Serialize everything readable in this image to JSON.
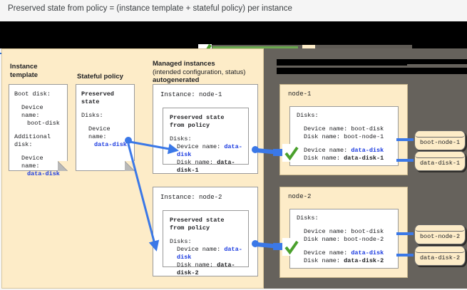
{
  "caption": "Preserved state from policy = (instance template + stateful policy) per instance",
  "colors": {
    "panel_cream": "#fdecc8",
    "panel_gray": "#66625c",
    "accent_blue": "#1a3ae0",
    "arrow_blue": "#3b78e7",
    "check_green": "#4aa02c",
    "band_black": "#000000"
  },
  "headings": {
    "instance_template": "Instance\ntemplate",
    "instance_template_l1": "Instance",
    "instance_template_l2": "template",
    "stateful_policy": "Stateful policy",
    "managed_l1": "Managed instances",
    "managed_l2": "(intended configuration, status)",
    "managed_l3": "autogenerated"
  },
  "instance_template_card": {
    "boot_label": "Boot disk:",
    "boot_device_label": "Device name:",
    "boot_device_value": "boot-disk",
    "additional_label_l1": "Additional",
    "additional_label_l2": "disk:",
    "additional_device_label": "Device name:",
    "additional_device_value": "data-disk"
  },
  "stateful_policy_card": {
    "title_l1": "Preserved",
    "title_l2": "state",
    "disks_label": "Disks:",
    "device_label": "Device name:",
    "device_value": "data-disk"
  },
  "instances": [
    {
      "title": "Instance: node-1",
      "inner_title_l1": "Preserved state",
      "inner_title_l2": "from policy",
      "disks_label": "Disks:",
      "device_label": "Device name:",
      "device_value": "data-disk",
      "disk_label": "Disk name:",
      "disk_value": "data-disk-1"
    },
    {
      "title": "Instance: node-2",
      "inner_title_l1": "Preserved state",
      "inner_title_l2": "from policy",
      "disks_label": "Disks:",
      "device_label": "Device name:",
      "device_value": "data-disk",
      "disk_label": "Disk name:",
      "disk_value": "data-disk-2"
    }
  ],
  "nodes": [
    {
      "title": "node-1",
      "disks_label": "Disks:",
      "boot_device_label": "Device name: boot-disk",
      "boot_disk_label": "Disk name: boot-node-1",
      "data_device_label": "Device name:",
      "data_device_value": "data-disk",
      "data_disk_label": "Disk name:",
      "data_disk_value": "data-disk-1",
      "status_icon": "green-check-icon"
    },
    {
      "title": "node-2",
      "disks_label": "Disks:",
      "boot_device_label": "Device name: boot-disk",
      "boot_disk_label": "Disk name: boot-node-2",
      "data_device_label": "Device name:",
      "data_device_value": "data-disk",
      "data_disk_label": "Disk name:",
      "data_disk_value": "data-disk-2",
      "status_icon": "green-check-icon"
    }
  ],
  "disks": [
    {
      "label": "boot-node-1"
    },
    {
      "label": "data-disk-1"
    },
    {
      "label": "boot-node-2"
    },
    {
      "label": "data-disk-2"
    }
  ],
  "banner": {
    "redacted": true,
    "icon": "green-check-icon"
  }
}
